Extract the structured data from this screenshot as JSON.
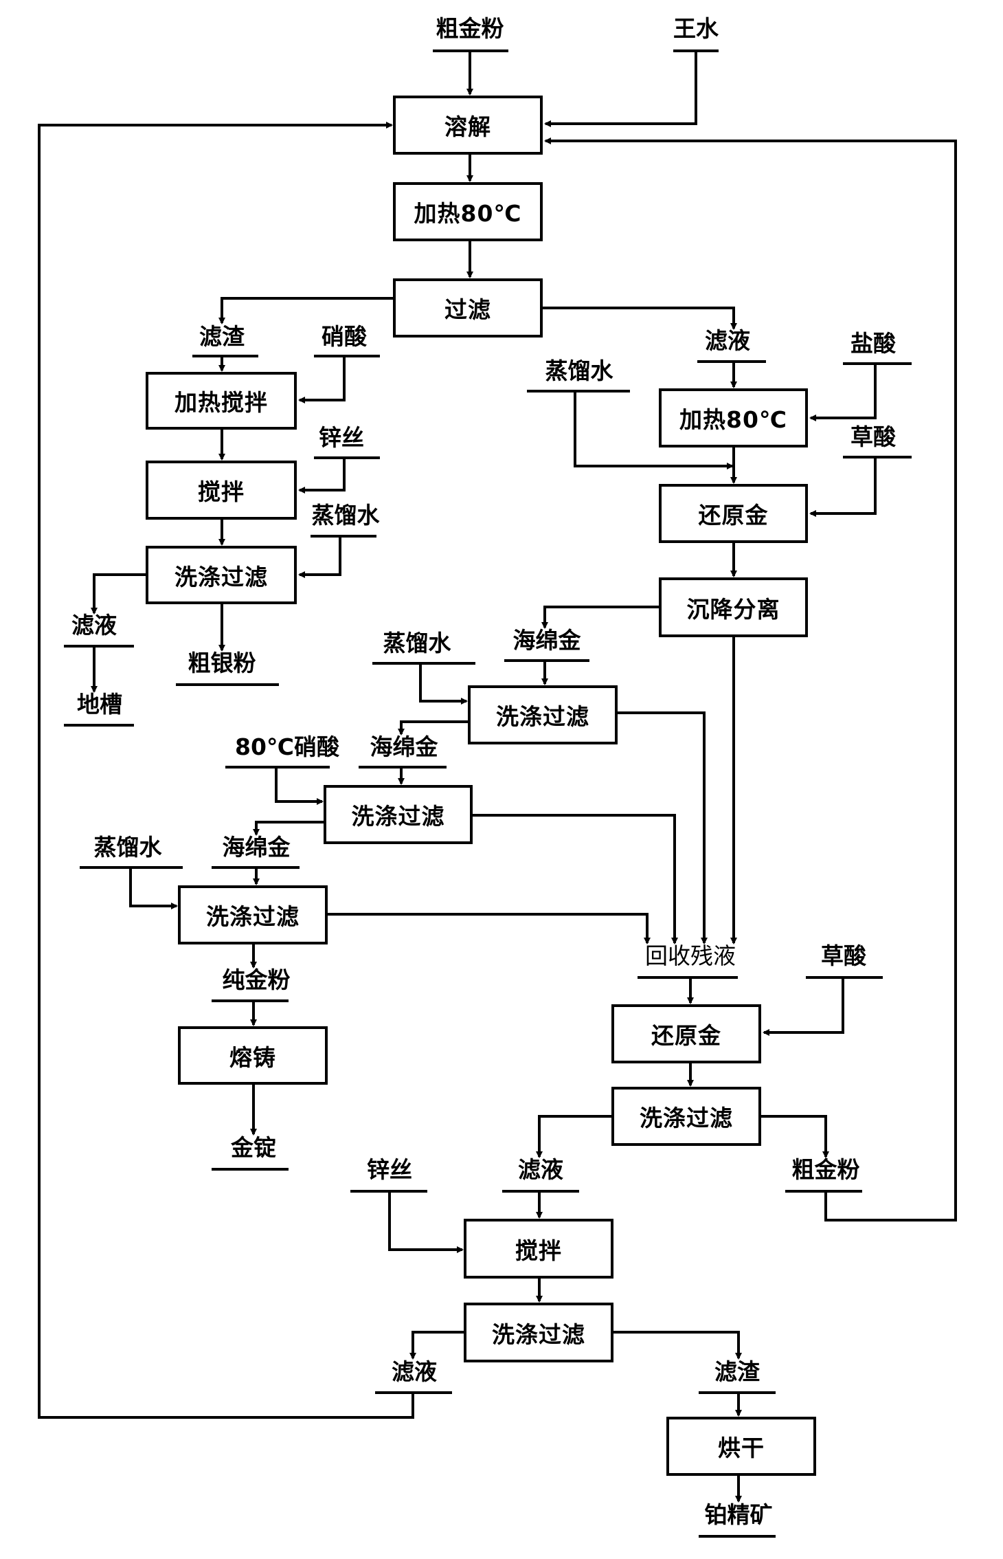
{
  "diagram": {
    "type": "process-flowchart",
    "colors": {
      "line": "#000000",
      "background": "#ffffff"
    },
    "nodes": {
      "crude_gold_in": "粗金粉",
      "aqua_regia": "王水",
      "dissolve": "溶解",
      "heat80_top": "加热80℃",
      "filter_top": "过滤",
      "residue_left": "滤渣",
      "nitric_acid": "硝酸",
      "heat_stir": "加热搅拌",
      "zinc_wire_left": "锌丝",
      "stir_left": "搅拌",
      "distilled_water_left": "蒸馏水",
      "wash_filter_left": "洗涤过滤",
      "filtrate_left": "滤液",
      "trench": "地槽",
      "crude_silver": "粗银粉",
      "filtrate_right": "滤液",
      "hcl": "盐酸",
      "distilled_water_right": "蒸馏水",
      "heat80_right": "加热80℃",
      "oxalic_acid_1": "草酸",
      "reduce_gold_1": "还原金",
      "settle_separate": "沉降分离",
      "sponge_gold_1": "海绵金",
      "distilled_water_w1": "蒸馏水",
      "wash_filter_w1": "洗涤过滤",
      "nitric_80": "80℃硝酸",
      "sponge_gold_2": "海绵金",
      "wash_filter_w2": "洗涤过滤",
      "distilled_water_w3": "蒸馏水",
      "sponge_gold_3": "海绵金",
      "wash_filter_w3": "洗涤过滤",
      "recovered_liquor": "回收残液",
      "oxalic_acid_2": "草酸",
      "pure_gold_powder": "纯金粉",
      "melt_cast": "熔铸",
      "gold_ingot": "金锭",
      "reduce_gold_2": "还原金",
      "wash_filter_r2": "洗涤过滤",
      "filtrate_r2": "滤液",
      "crude_gold_out": "粗金粉",
      "zinc_wire_bottom": "锌丝",
      "stir_bottom": "搅拌",
      "wash_filter_bottom": "洗涤过滤",
      "filtrate_bottom": "滤液",
      "residue_bottom": "滤渣",
      "dry": "烘干",
      "platinum_concentrate": "铂精矿"
    }
  }
}
